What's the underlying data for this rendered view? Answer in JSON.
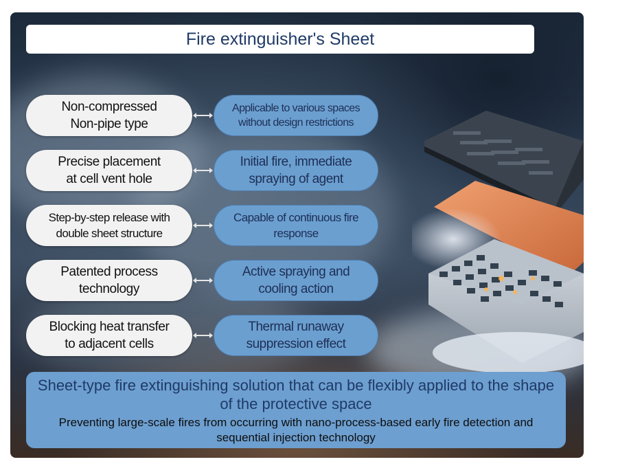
{
  "title": "Fire extinguisher's Sheet",
  "features": [
    {
      "left": "Non-compressed\nNon-pipe type",
      "right": "Applicable to various spaces\nwithout design restrictions"
    },
    {
      "left": "Precise placement\nat cell vent hole",
      "right": "Initial fire, immediate\nspraying of agent"
    },
    {
      "left": "Step-by-step release with\ndouble sheet structure",
      "right": "Capable of continuous fire\nresponse"
    },
    {
      "left": "Patented process\ntechnology",
      "right": "Active spraying and\ncooling action"
    },
    {
      "left": "Blocking heat transfer\nto adjacent cells",
      "right": "Thermal runaway\nsuppression effect"
    }
  ],
  "summary": {
    "main": "Sheet-type fire extinguishing solution that can be flexibly applied to the shape of the protective space",
    "sub": "Preventing large-scale fires from occurring with nano-process-based early fire detection and sequential injection technology"
  },
  "colors": {
    "title_text": "#1f3a66",
    "left_pill": "#f2f2f2",
    "right_pill": "#6b9fd0",
    "right_text": "#1e2f55",
    "summary_box": "#6d9fd0",
    "connector": "#e6e6e6"
  },
  "illustration": "battery-module-with-fire-extinguishing-sheet"
}
